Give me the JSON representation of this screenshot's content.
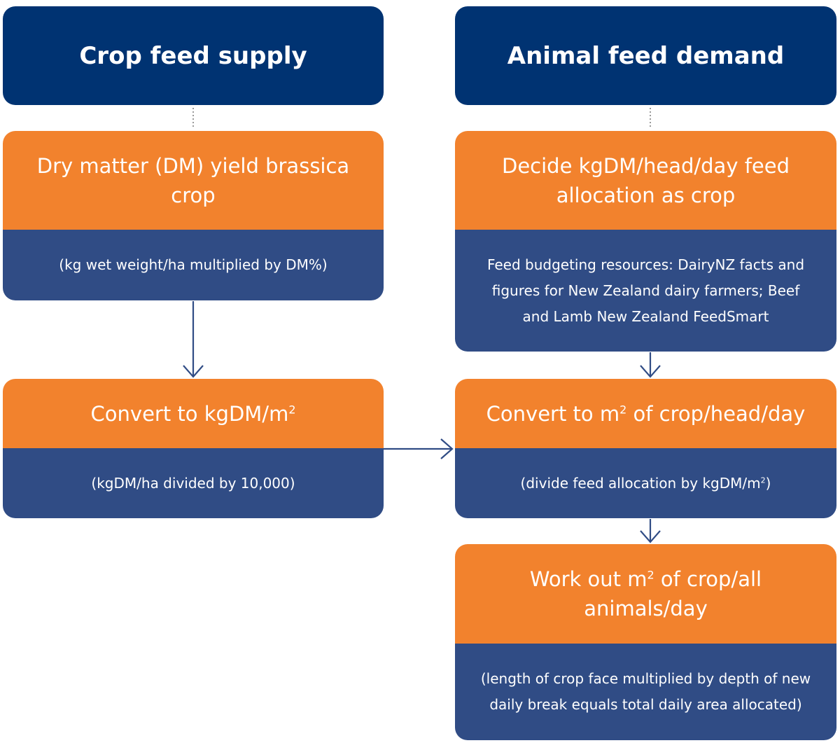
{
  "headers": {
    "supply": "Crop feed supply",
    "demand": "Animal feed demand"
  },
  "supply": {
    "yield": {
      "title": "Dry matter (DM) yield brassica crop",
      "detail": "(kg wet weight/ha multiplied by DM%)"
    },
    "convert": {
      "title": "Convert to kgDM/m",
      "title_sup": "2",
      "detail": "(kgDM/ha divided by 10,000)"
    }
  },
  "demand": {
    "allocation": {
      "title": "Decide kgDM/head/day feed allocation as crop",
      "detail": "Feed budgeting resources: DairyNZ facts and figures for New Zealand dairy farmers; Beef and Lamb New Zealand FeedSmart"
    },
    "convert": {
      "title_pre": "Convert to m",
      "title_sup": "2",
      "title_post": " of crop/head/day",
      "detail_pre": "(divide feed allocation by kgDM/m",
      "detail_sup": "2",
      "detail_post": ")"
    },
    "workout": {
      "title_pre": "Work out m",
      "title_sup": "2",
      "title_post": " of crop/all animals/day",
      "detail": "(length of crop face multiplied by depth of new daily break equals total daily area allocated)"
    }
  },
  "colors": {
    "header": "#003372",
    "orange": "#f2822d",
    "blue": "#304c85",
    "connector": "#304c85"
  }
}
